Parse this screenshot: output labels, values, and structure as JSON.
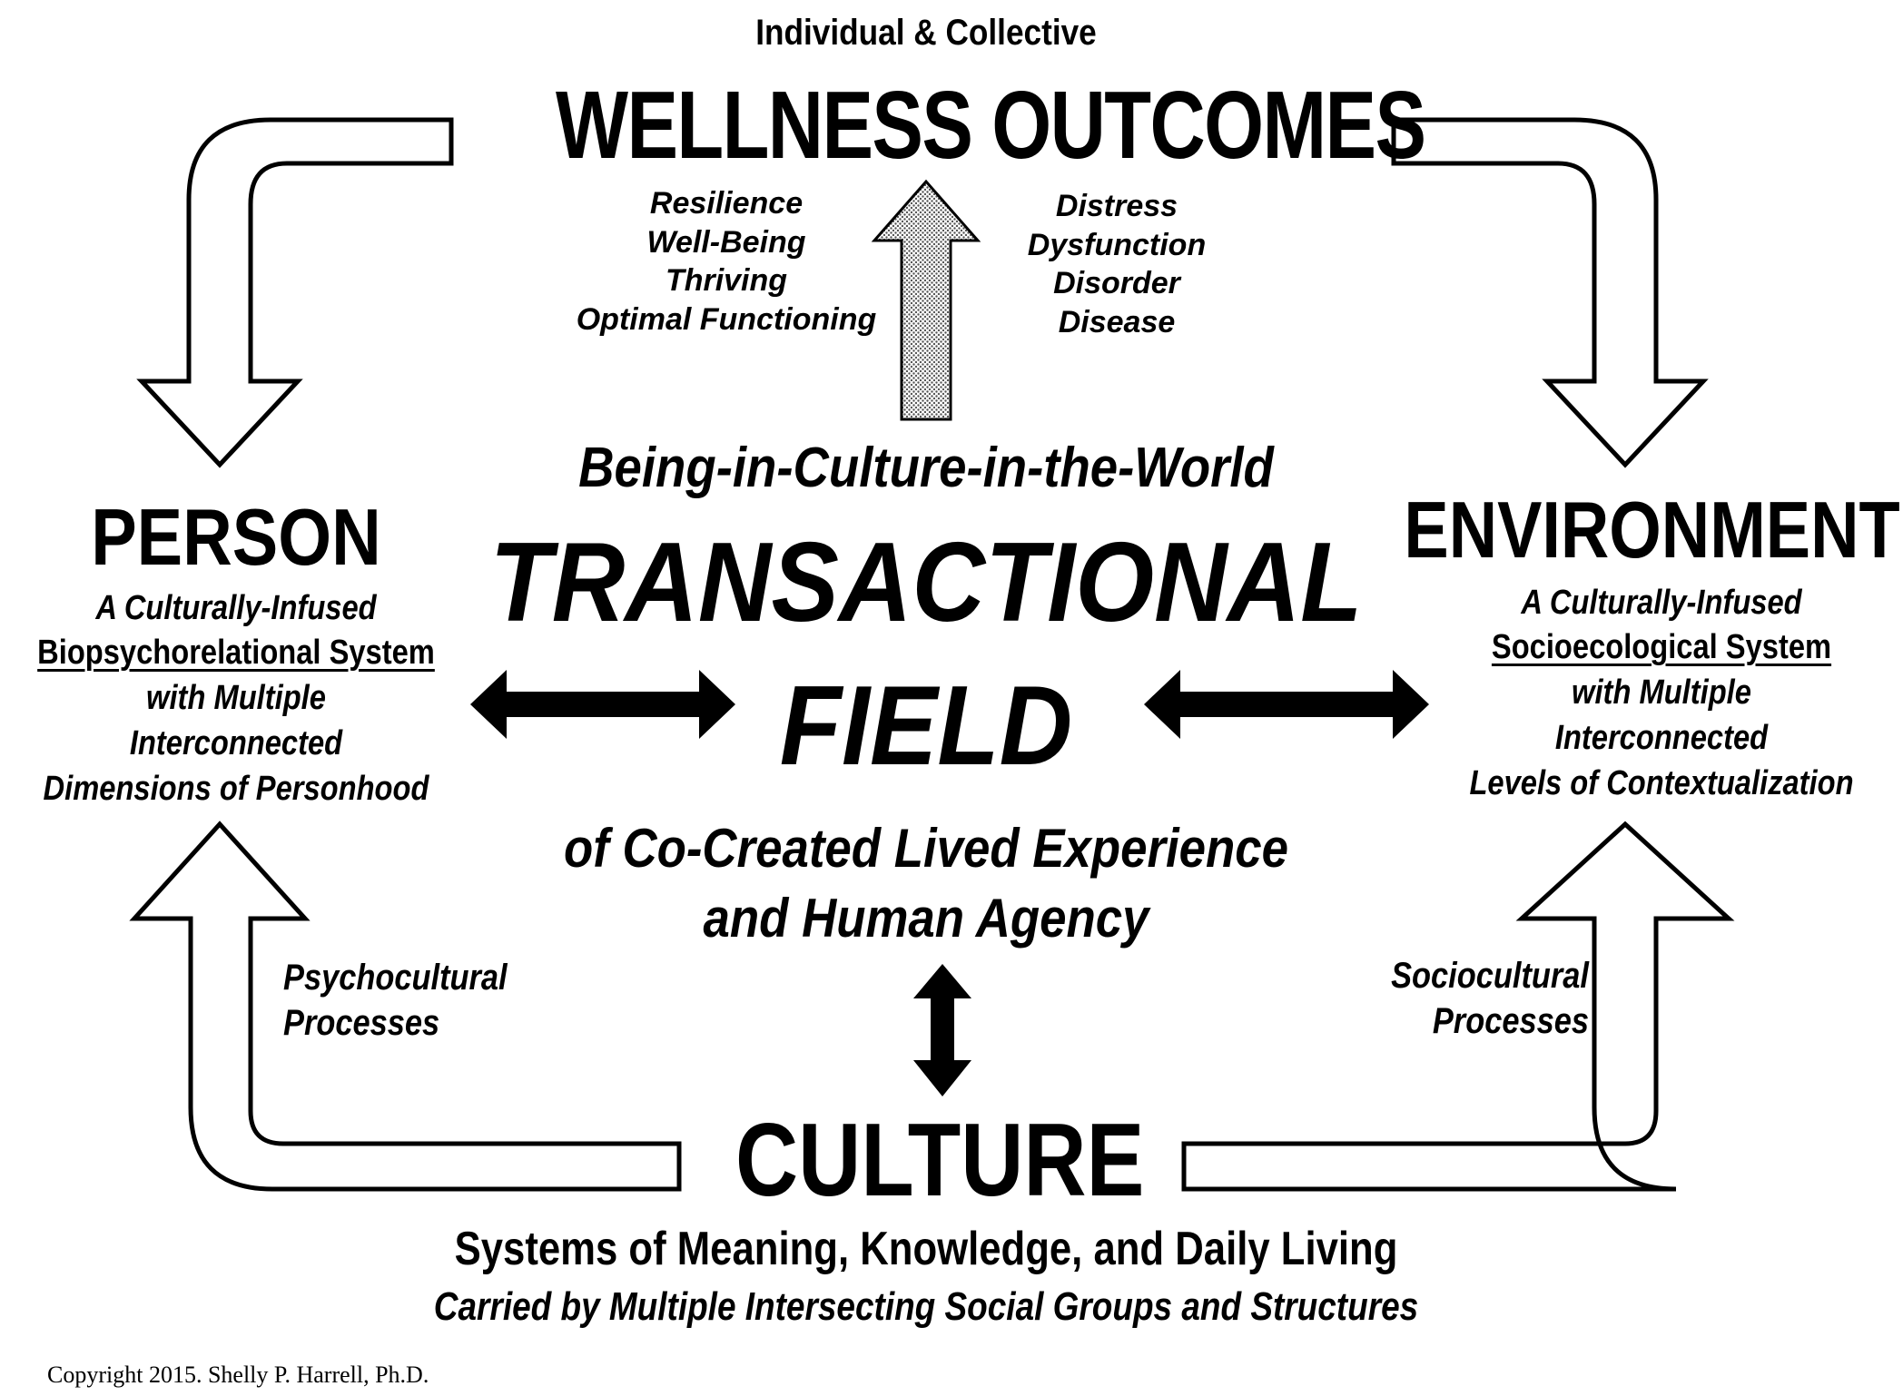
{
  "outcomes": {
    "super": "Individual & Collective",
    "title": "WELLNESS OUTCOMES",
    "positive": [
      "Resilience",
      "Well-Being",
      "Thriving",
      "Optimal Functioning"
    ],
    "negative": [
      "Distress",
      "Dysfunction",
      "Disorder",
      "Disease"
    ]
  },
  "center": {
    "line1": "Being-in-Culture-in-the-World",
    "title1": "TRANSACTIONAL",
    "title2": "FIELD",
    "line3": "of Co-Created Lived Experience",
    "line4": "and Human Agency"
  },
  "person": {
    "title": "PERSON",
    "line1": "A Culturally-Infused",
    "line2": "Biopsychorelational System",
    "line3": "with Multiple",
    "line4": "Interconnected",
    "line5": "Dimensions of Personhood"
  },
  "environment": {
    "title": "ENVIRONMENT",
    "line1": "A Culturally-Infused",
    "line2": "Socioecological System",
    "line3": "with Multiple",
    "line4": "Interconnected",
    "line5": "Levels of  Contextualization"
  },
  "processes": {
    "psycho1": "Psychocultural",
    "psycho2": "Processes",
    "socio1": "Sociocultural",
    "socio2": "Processes"
  },
  "culture": {
    "title": "CULTURE",
    "line1": "Systems of Meaning, Knowledge, and Daily Living",
    "line2": "Carried by Multiple Intersecting Social Groups and Structures"
  },
  "copyright": "Copyright 2015.  Shelly P. Harrell, Ph.D.",
  "colors": {
    "ink": "#000000",
    "paper": "#ffffff",
    "stipple": "#bdbdbd"
  }
}
